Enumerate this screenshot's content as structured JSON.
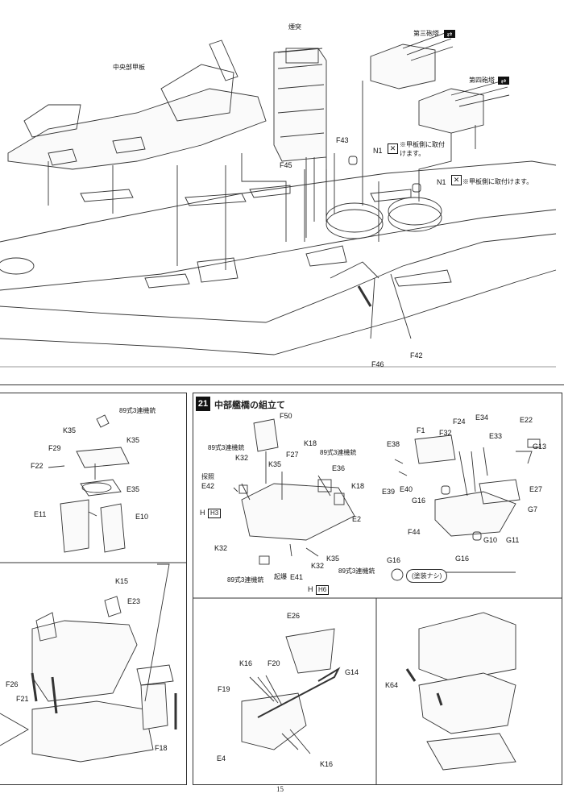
{
  "top": {
    "label_chuubu_kanpan": "中央部甲板",
    "label_entotsu": "煙突",
    "label_turret3": "第三砲塔",
    "label_turret4": "第四砲塔",
    "note1": "※甲板側に取付けます。",
    "note2": "※甲板側に取付けます。",
    "parts": [
      "F43",
      "N1",
      "F45",
      "N1",
      "F46",
      "F42"
    ]
  },
  "left_mid": {
    "aa_gun": "89式3連機銃",
    "parts": [
      "K35",
      "F29",
      "K35",
      "F22",
      "E35",
      "E11",
      "E10"
    ]
  },
  "step21": {
    "number": "21",
    "title": "中部艦橋の組立て",
    "parts": [
      "F50",
      "K18",
      "F27",
      "K35",
      "E36",
      "K32",
      "E42",
      "K18",
      "E2",
      "K32",
      "K35",
      "K32",
      "E41"
    ],
    "aa_gun1": "89式3連機銃",
    "aa_gun2": "89式3連機銃",
    "aa_gun3": "89式3連機銃",
    "aa_gun4": "89式3連機銃",
    "label_tanshou": "探照",
    "label_kijuu": "起爆",
    "boxed_h3": "H3",
    "boxed_h6": "H6"
  },
  "right_mid": {
    "parts": [
      "E34",
      "E22",
      "F1",
      "F24",
      "F32",
      "E33",
      "G13",
      "E38",
      "E39",
      "E40",
      "G16",
      "E27",
      "G7",
      "F44",
      "G10",
      "G11",
      "G16"
    ],
    "callout_part": "G16",
    "callout_note": "(塗装ナシ)"
  },
  "lower_left": {
    "parts": [
      "K15",
      "E23",
      "F26",
      "F21",
      "F18"
    ]
  },
  "lower_mid": {
    "parts": [
      "E26",
      "K16",
      "F20",
      "G14",
      "F19",
      "E4",
      "K16"
    ]
  },
  "lower_right": {
    "parts": [
      "K64"
    ]
  },
  "page_number": "15"
}
